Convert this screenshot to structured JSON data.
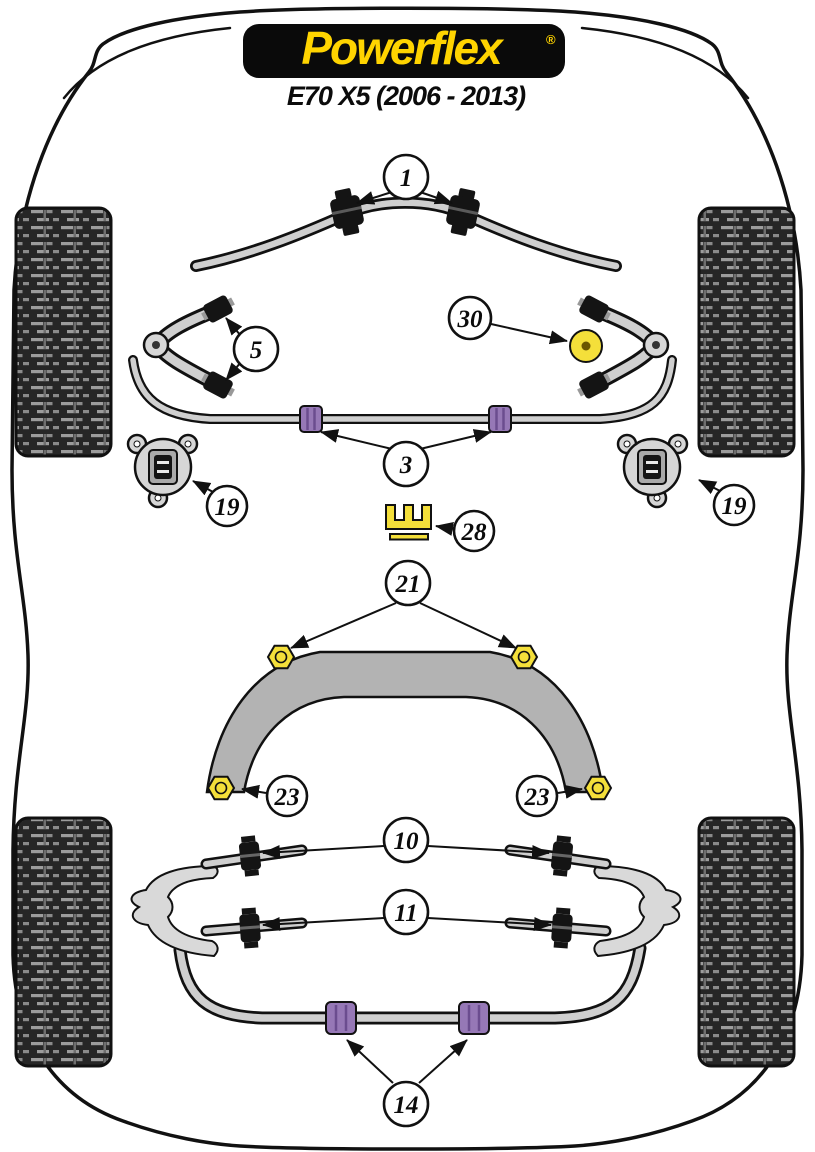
{
  "logo": {
    "brand": "Powerflex",
    "registered_mark": "®"
  },
  "title": "E70 X5 (2006 - 2013)",
  "callouts": {
    "c1": "1",
    "c3": "3",
    "c5": "5",
    "c10": "10",
    "c11": "11",
    "c14": "14",
    "c19_left": "19",
    "c19_right": "19",
    "c21": "21",
    "c23_left": "23",
    "c23_right": "23",
    "c28": "28",
    "c30": "30"
  },
  "colors": {
    "logo_yellow": "#FFD400",
    "part_yellow": "#F4DF3A",
    "purple": "#9678B6",
    "outline": "#111111",
    "metal_light": "#D6D6D6",
    "metal_mid": "#B3B3B3",
    "tire_dark": "#262626",
    "tread_light": "#9C9C9C"
  }
}
